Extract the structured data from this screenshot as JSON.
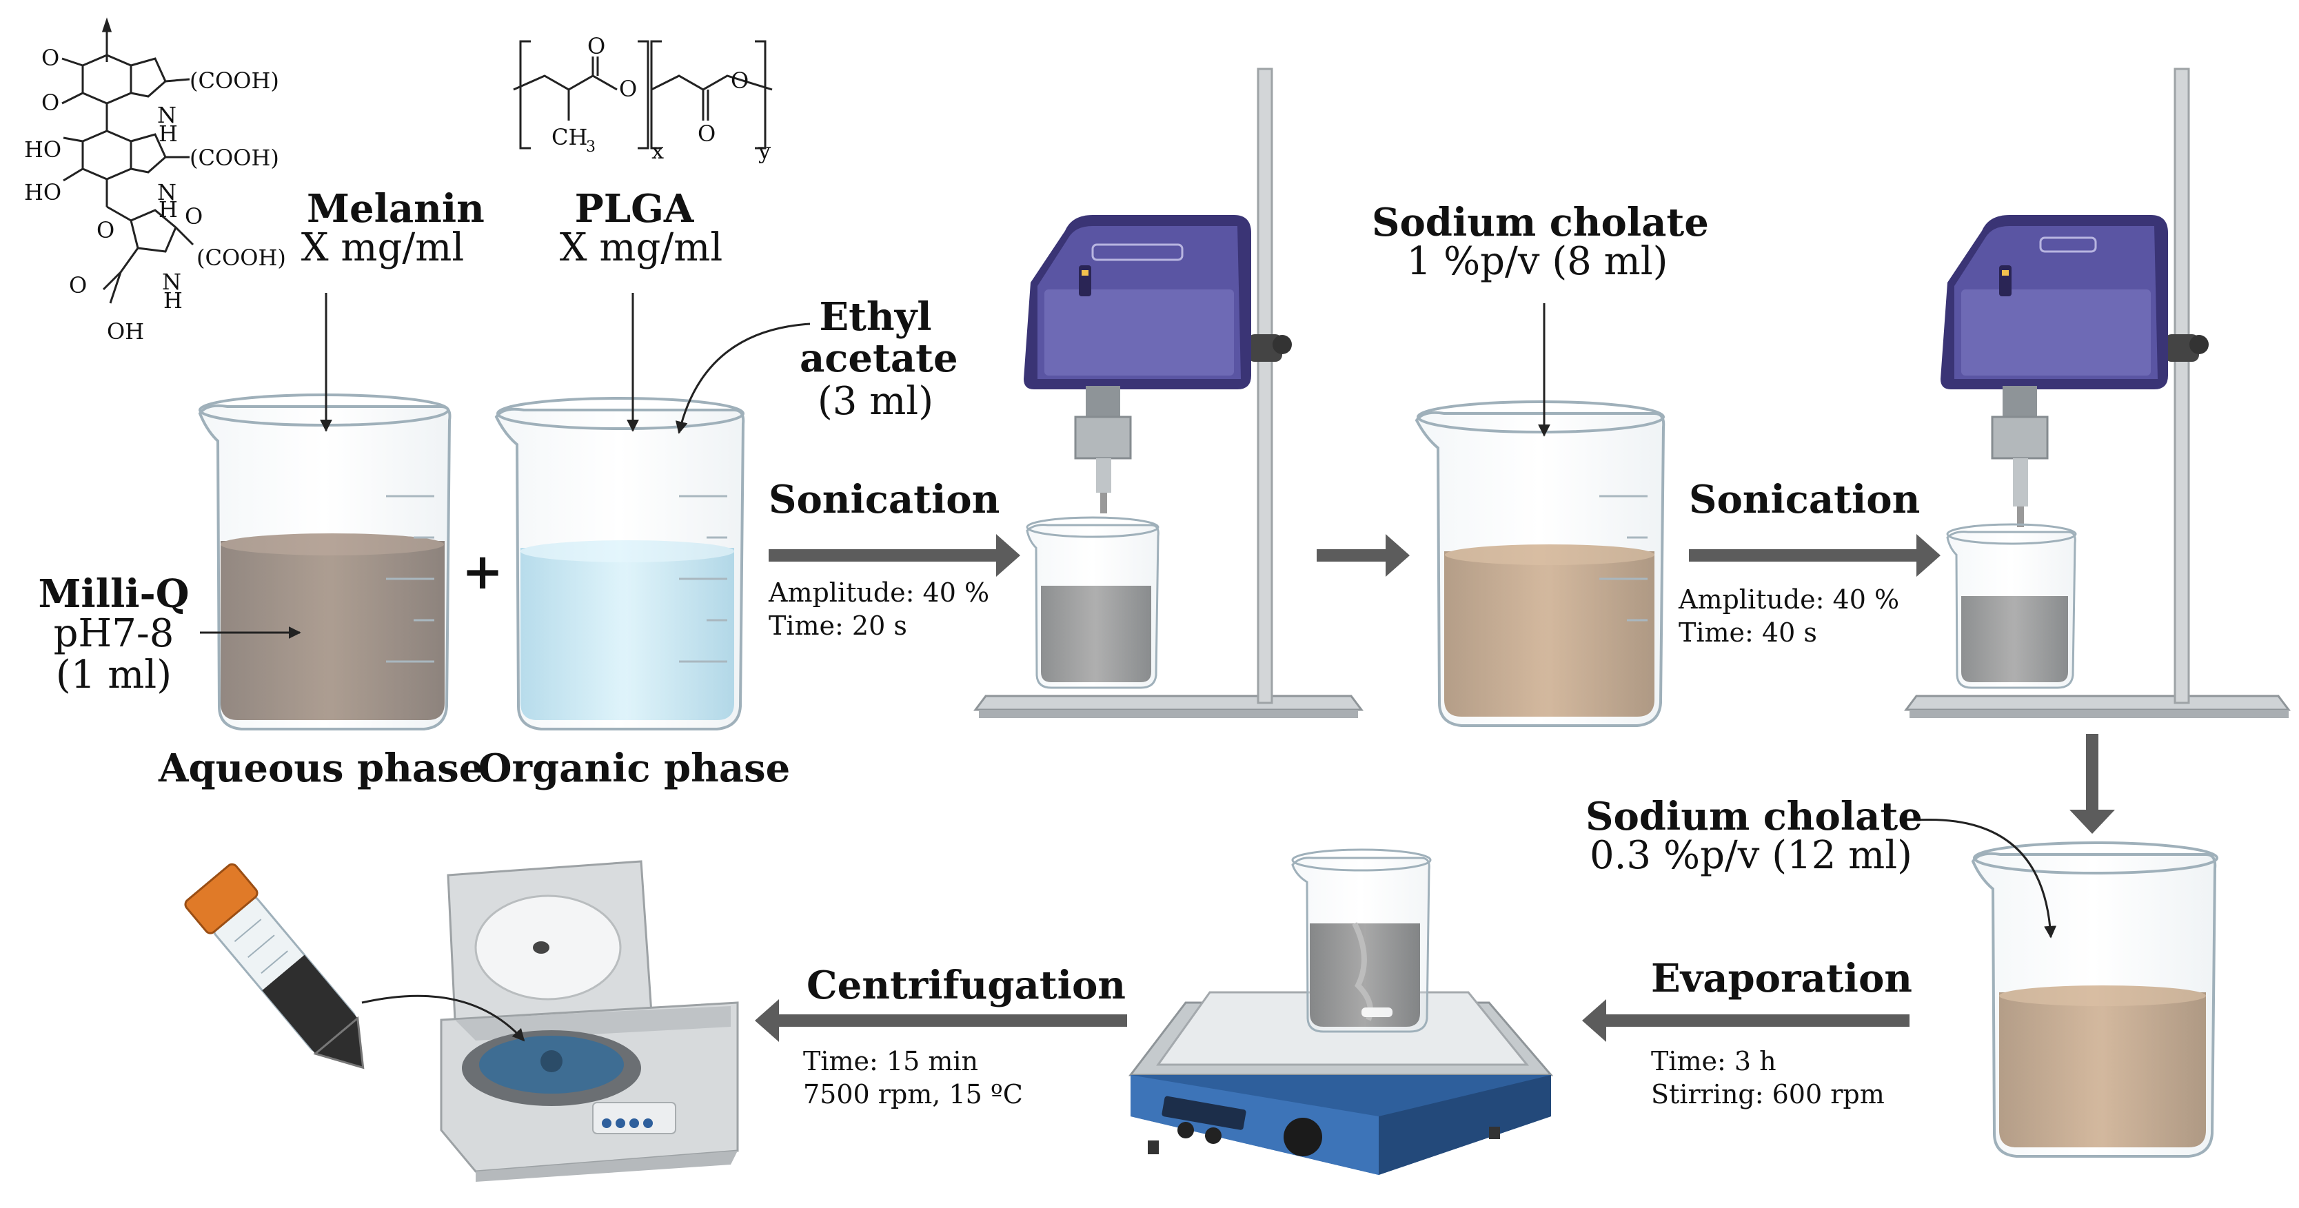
{
  "labels": {
    "melanin": "Melanin",
    "melanin_conc": "X mg/ml",
    "plga": "PLGA",
    "plga_conc": "X mg/ml",
    "ethyl1": "Ethyl",
    "ethyl2": "acetate",
    "ethyl3": "(3 ml)",
    "milliq": "Milli-Q",
    "milliq_ph": "pH7-8",
    "milliq_vol": "(1 ml)",
    "plus": "+",
    "aqueous": "Aqueous phase",
    "organic": "Organic phase",
    "sonication1": "Sonication",
    "son1_amp": "Amplitude: 40 %",
    "son1_time": "Time: 20 s",
    "cholate1": "Sodium cholate",
    "cholate1_conc": "1 %p/v (8 ml)",
    "sonication2": "Sonication",
    "son2_amp": "Amplitude: 40 %",
    "son2_time": "Time: 40 s",
    "cholate2": "Sodium cholate",
    "cholate2_conc": "0.3 %p/v (12 ml)",
    "evaporation": "Evaporation",
    "evap_time": "Time: 3 h",
    "evap_stir": "Stirring: 600 rpm",
    "centrifugation": "Centrifugation",
    "cent_time": "Time: 15 min",
    "cent_cond": "7500 rpm, 15 ºC"
  },
  "chemistry": {
    "cooh": "(COOH)",
    "nh": "N",
    "h": "H",
    "o": "O",
    "ho": "HO",
    "oh": "OH",
    "ch3": "CH",
    "three": "3",
    "x": "x",
    "y": "y"
  },
  "colors": {
    "arrow": "#5c5c5c",
    "melanin_liquid": "#5a4030",
    "organic_liquid": "#a8dcef",
    "cholate_liquid": "#9a6a3e",
    "device_purple": "#5a55a3",
    "stirrer_blue": "#2e5f9c",
    "tube_cap": "#e07a28"
  }
}
